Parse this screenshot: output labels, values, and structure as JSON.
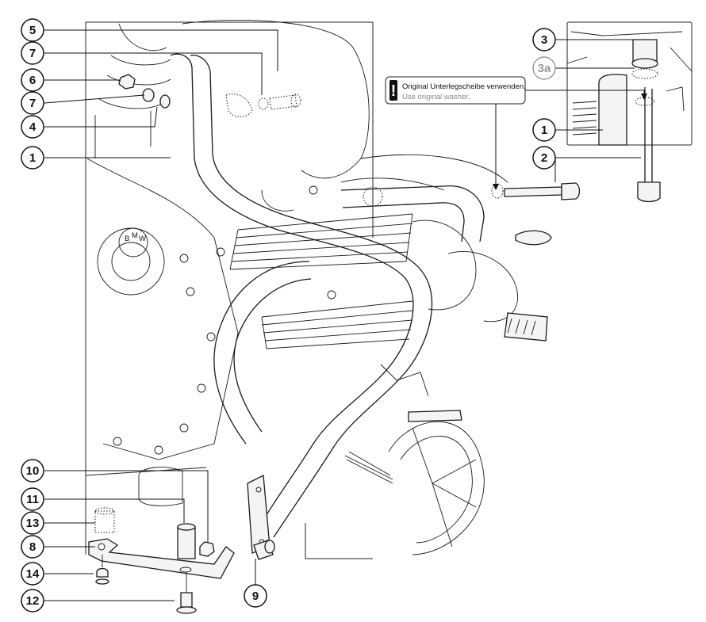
{
  "callouts": {
    "c5_top": "5",
    "c7_upper": "7",
    "c6": "6",
    "c7_lower": "7",
    "c4": "4",
    "c1_main": "1",
    "c3": "3",
    "c3a": "3a",
    "c1_detail": "1",
    "c2": "2",
    "c10": "10",
    "c11": "11",
    "c13": "13",
    "c8": "8",
    "c14": "14",
    "c12": "12",
    "c9": "9"
  },
  "note": {
    "text_de": "Original Unterlegscheibe verwenden.",
    "text_en": "Use original washer."
  },
  "emblem_letters": [
    "B",
    "M",
    "W"
  ],
  "icons": {
    "warning": "exclamation-icon"
  }
}
